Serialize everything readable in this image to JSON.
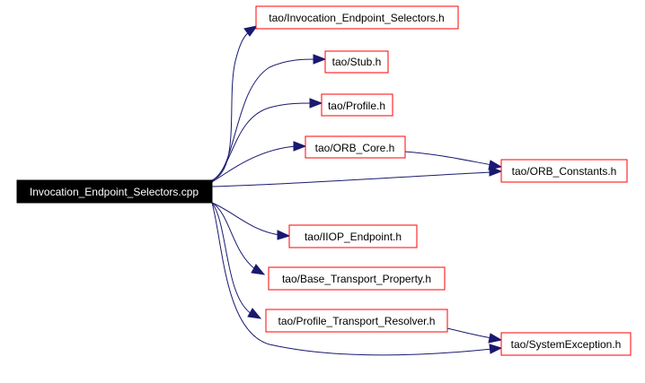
{
  "graph": {
    "root": {
      "id": "root",
      "label": "Invocation_Endpoint_Selectors.cpp"
    },
    "nodes": [
      {
        "id": "n_ies_h",
        "label": "tao/Invocation_Endpoint_Selectors.h"
      },
      {
        "id": "n_stub",
        "label": "tao/Stub.h"
      },
      {
        "id": "n_profile",
        "label": "tao/Profile.h"
      },
      {
        "id": "n_orb_core",
        "label": "tao/ORB_Core.h"
      },
      {
        "id": "n_orb_const",
        "label": "tao/ORB_Constants.h"
      },
      {
        "id": "n_iiop",
        "label": "tao/IIOP_Endpoint.h"
      },
      {
        "id": "n_btp",
        "label": "tao/Base_Transport_Property.h"
      },
      {
        "id": "n_ptr",
        "label": "tao/Profile_Transport_Resolver.h"
      },
      {
        "id": "n_sysex",
        "label": "tao/SystemException.h"
      }
    ],
    "edges": [
      {
        "from": "root",
        "to": "n_ies_h"
      },
      {
        "from": "root",
        "to": "n_stub"
      },
      {
        "from": "root",
        "to": "n_profile"
      },
      {
        "from": "root",
        "to": "n_orb_core"
      },
      {
        "from": "root",
        "to": "n_orb_const"
      },
      {
        "from": "root",
        "to": "n_iiop"
      },
      {
        "from": "root",
        "to": "n_btp"
      },
      {
        "from": "root",
        "to": "n_ptr"
      },
      {
        "from": "root",
        "to": "n_sysex"
      },
      {
        "from": "n_orb_core",
        "to": "n_orb_const"
      },
      {
        "from": "n_ptr",
        "to": "n_sysex"
      }
    ],
    "colors": {
      "edge": "#191970",
      "box_border": "#ff0000",
      "root_fill": "#000000",
      "root_text": "#ffffff"
    }
  }
}
